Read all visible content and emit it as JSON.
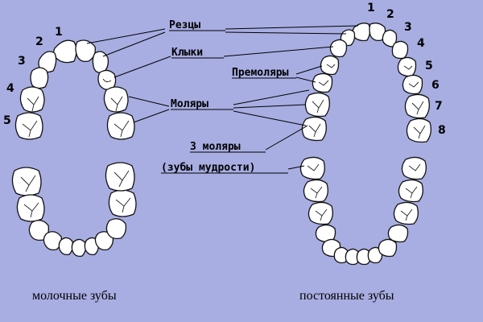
{
  "labels": {
    "incisors": "Резцы",
    "canines": "Клыки",
    "premolars": "Премоляры",
    "molars": "Моляры",
    "third_molars_line1": "3 моляры",
    "third_molars_line2": "(зубы мудрости)"
  },
  "captions": {
    "baby": "молочные зубы",
    "permanent": "постоянные зубы"
  },
  "left_numbers": [
    "1",
    "2",
    "3",
    "4",
    "5"
  ],
  "right_numbers": [
    "1",
    "2",
    "3",
    "4",
    "5",
    "6",
    "7",
    "8"
  ],
  "colors": {
    "background": "#a8aee2",
    "tooth": "#ffffff",
    "outline": "#111111"
  }
}
